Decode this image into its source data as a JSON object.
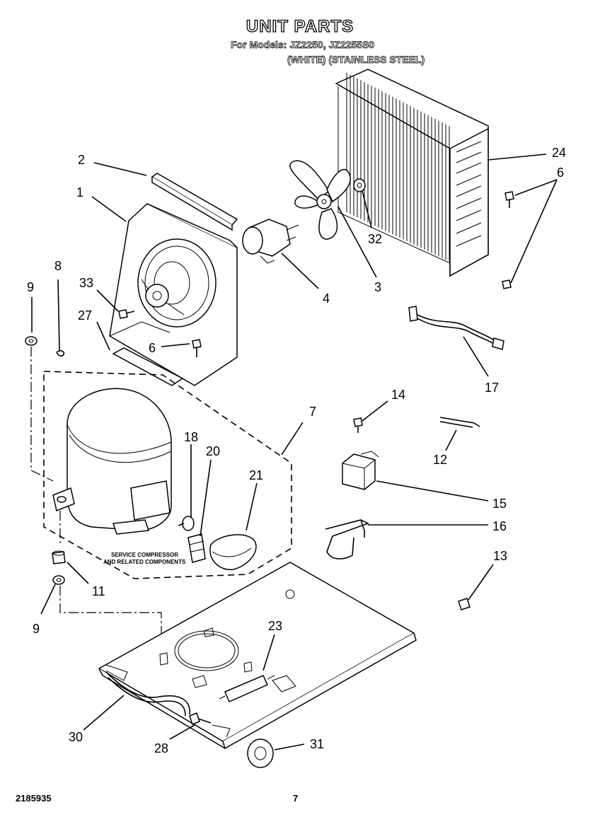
{
  "header": {
    "title": "UNIT PARTS",
    "models": "For Models: JZ2250, JZ2255S0",
    "finishes": "(WHITE) (STAINLESS STEEL)"
  },
  "footer": {
    "doc_number": "2185935",
    "page_number": "7"
  },
  "note": {
    "line1": "SERVICE COMPRESSOR",
    "line2": "AND RELATED COMPONENTS"
  },
  "callouts": [
    "2",
    "1",
    "8",
    "9",
    "33",
    "27",
    "6",
    "4",
    "32",
    "3",
    "24",
    "6",
    "17",
    "14",
    "12",
    "7",
    "18",
    "20",
    "21",
    "15",
    "16",
    "13",
    "11",
    "9",
    "23",
    "30",
    "28",
    "31"
  ]
}
